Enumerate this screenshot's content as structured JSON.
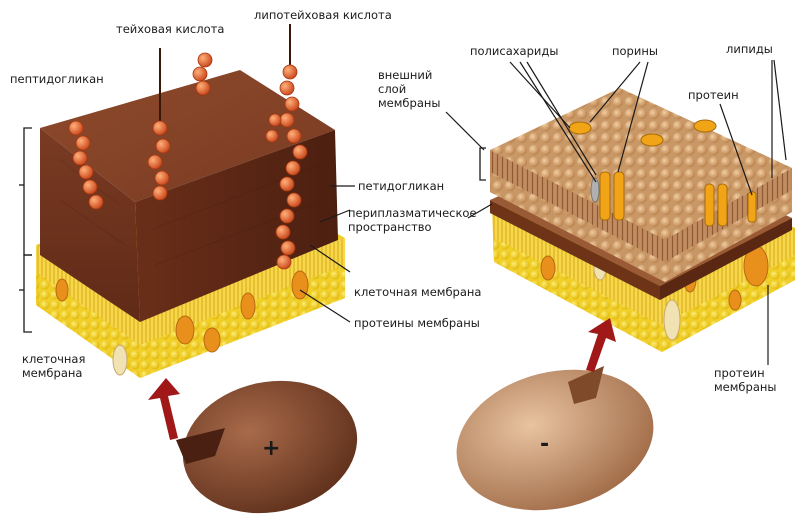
{
  "gram_positive": {
    "teichoic_acid": "тейховая кислота",
    "lipoteichoic_acid": "липотейховая кислота",
    "peptidoglycan_left": "пептидогликан",
    "peptidoglycan_right": "петидогликан",
    "periplasmic_space": "периплазматическое\nпространство",
    "cell_membrane_right": "клеточная мембрана",
    "membrane_proteins": "протеины мембраны",
    "cell_membrane_left": "клеточная\nмембрана",
    "sign": "+"
  },
  "gram_negative": {
    "outer_membrane": "внешний\nслой\nмембраны",
    "polysaccharides": "полисахариды",
    "porins": "порины",
    "lipids": "липиды",
    "protein": "протеин",
    "membrane_protein": "протеин\nмембраны",
    "sign": "-"
  },
  "colors": {
    "peptidoglycan": "#7a3a22",
    "lipid_yellow": "#f3d21a",
    "protein_orange": "#e88f1c",
    "teichoic_bead": "#e0662a",
    "outer_bead": "#d9a26a",
    "cell_dark": "#6b3a24",
    "cell_light": "#b98660",
    "arrow_red": "#a01818"
  }
}
